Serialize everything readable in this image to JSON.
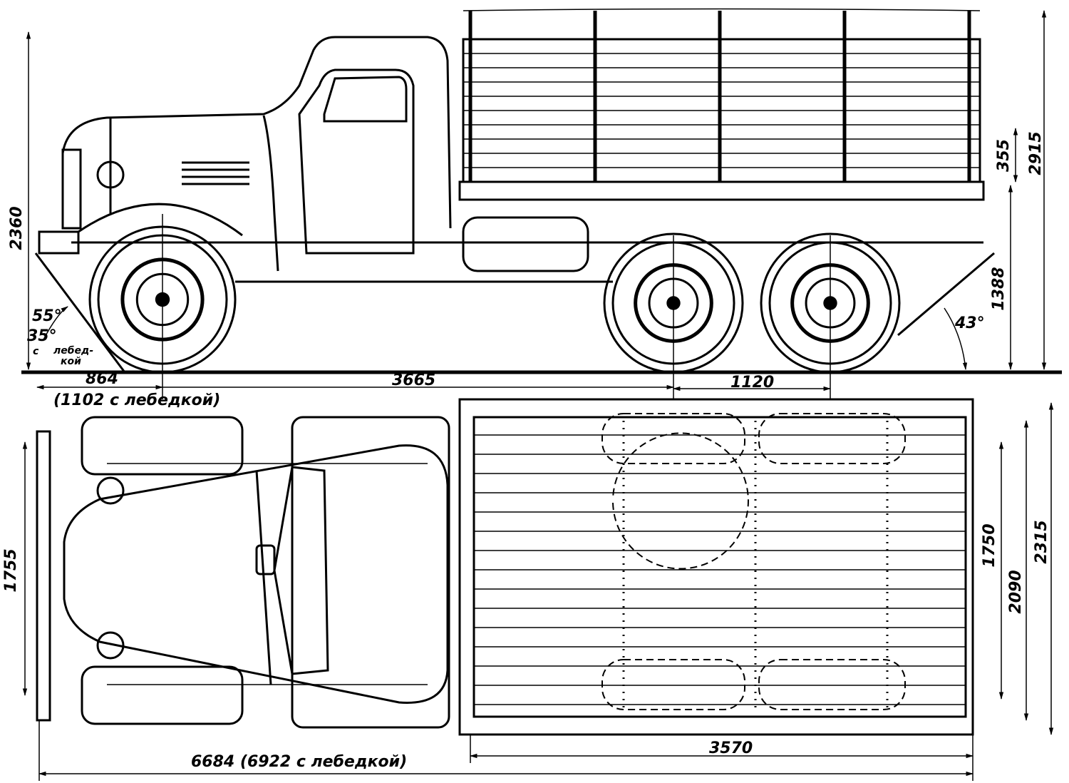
{
  "side_view": {
    "overall_height_cab": "2360",
    "overall_height_bed": "2915",
    "side_board_height": "355",
    "bed_floor_height": "1388",
    "approach_angle": "55°",
    "approach_angle_winch": "35°",
    "approach_angle_winch_note_1": "с",
    "approach_angle_winch_note_2": "лебед-",
    "approach_angle_winch_note_3": "кой",
    "departure_angle": "43°",
    "front_overhang": "864",
    "front_overhang_winch": "(1102 с лебедкой)",
    "wheelbase": "3665",
    "rear_axle_spacing": "1120"
  },
  "top_view": {
    "front_track": "1755",
    "bed_inner_width": "1750",
    "bed_outer_width": "2090",
    "overall_width": "2315",
    "bed_length": "3570",
    "overall_length": "6684 (6922 с лебедкой)"
  }
}
